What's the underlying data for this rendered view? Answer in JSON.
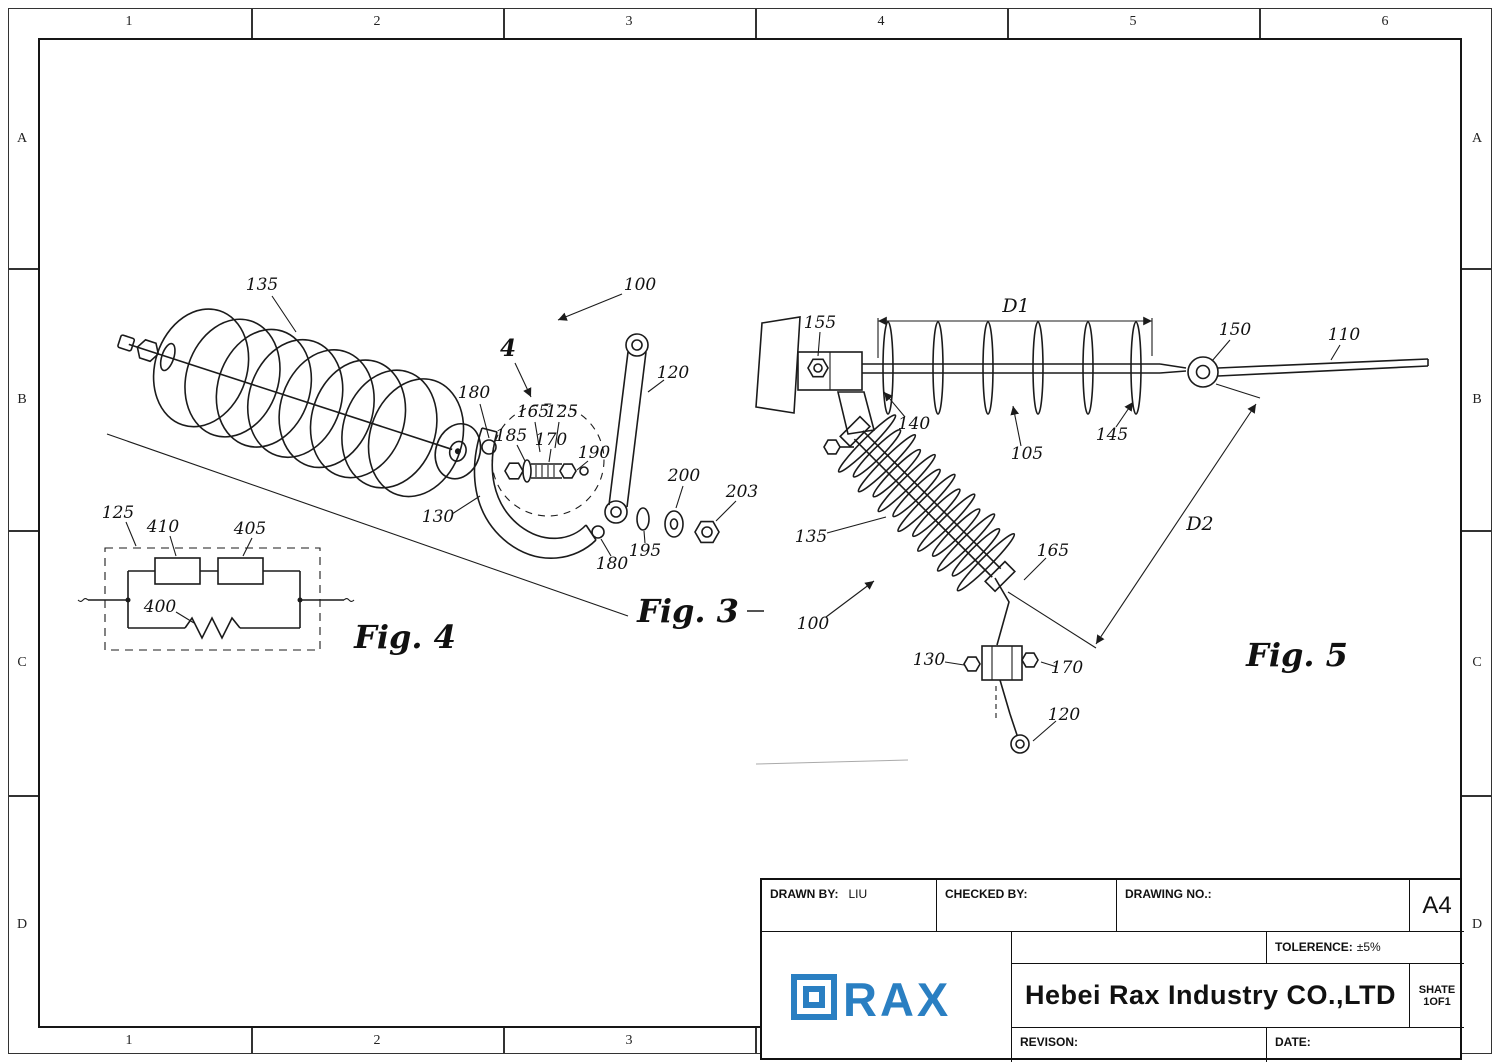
{
  "sheet": {
    "grid_top": [
      "1",
      "2",
      "3",
      "4",
      "5",
      "6"
    ],
    "grid_bottom": [
      "1",
      "2",
      "3"
    ],
    "grid_left": [
      "A",
      "B",
      "C",
      "D"
    ],
    "grid_right": [
      "A",
      "B",
      "C",
      "D"
    ]
  },
  "figures": {
    "fig3": {
      "caption": "Fig. 3",
      "labels": {
        "n135": "135",
        "n100": "100",
        "n4": "4",
        "n180a": "180",
        "n120": "120",
        "n165": "165",
        "n125": "125",
        "n185": "185",
        "n170": "170",
        "n190": "190",
        "n130": "130",
        "n200": "200",
        "n203": "203",
        "n195": "195",
        "n180b": "180"
      }
    },
    "fig4": {
      "caption": "Fig. 4",
      "labels": {
        "n125": "125",
        "n410": "410",
        "n405": "405",
        "n400": "400"
      }
    },
    "fig5": {
      "caption": "Fig. 5",
      "labels": {
        "n155": "155",
        "d1": "D1",
        "n150": "150",
        "n110": "110",
        "n140": "140",
        "n105": "105",
        "n145": "145",
        "n135": "135",
        "n165": "165",
        "n100": "100",
        "n130": "130",
        "n170": "170",
        "d2": "D2",
        "n120": "120"
      }
    }
  },
  "title_block": {
    "drawn_by_label": "DRAWN BY:",
    "drawn_by_value": "LIU",
    "checked_by_label": "CHECKED BY:",
    "drawing_no_label": "DRAWING NO.:",
    "paper_size": "A4",
    "tolerance_label": "TOLERENCE:",
    "tolerance_value": "±5%",
    "company_name": "Hebei Rax Industry CO.,LTD",
    "sheet_label": "SHATE 1OF1",
    "revision_label": "REVISON:",
    "date_label": "DATE:",
    "logo_text": "RAX",
    "logo_color": "#2a7fc2"
  }
}
